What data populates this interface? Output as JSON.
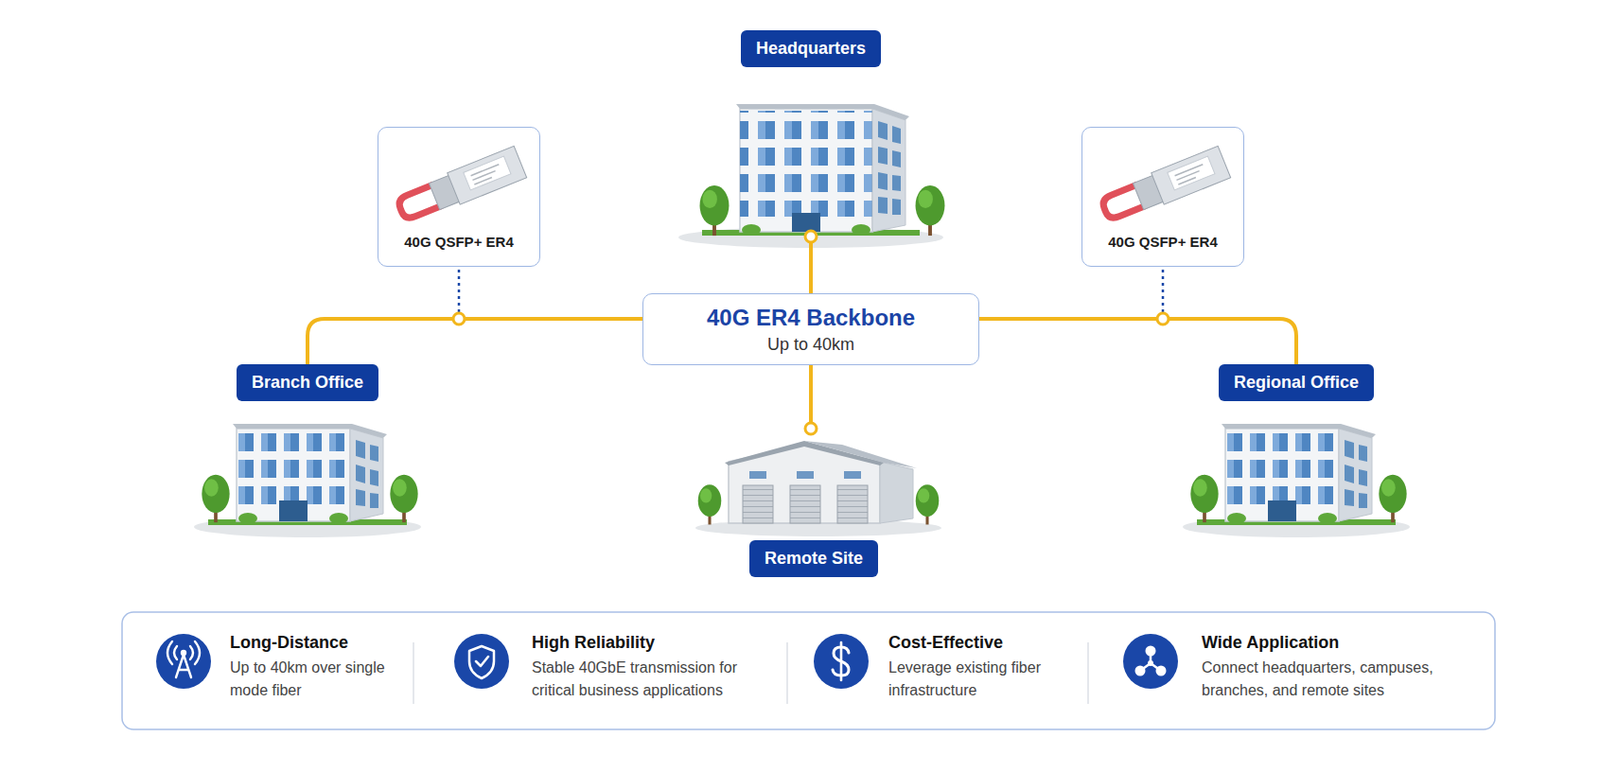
{
  "diagram": {
    "nodes": [
      {
        "text": [
          "Headquarters"
        ]
      },
      {
        "text": [
          "40G QSFP+ ER4"
        ]
      },
      {
        "text": [
          "40G QSFP+ ER4"
        ]
      },
      {
        "text": [
          "40G ER4 Backbone",
          "Up to 40km"
        ]
      },
      {
        "text": [
          "Branch Office"
        ]
      },
      {
        "text": [
          "Regional Office"
        ]
      },
      {
        "text": [
          "Remote Site"
        ]
      },
      {
        "text": [
          "Long-Distance",
          "Up to 40km over single mode fiber"
        ]
      },
      {
        "text": [
          "High Reliability",
          "Stable 40GbE transmission for critical business applications"
        ]
      },
      {
        "text": [
          "Cost-Effective",
          "Leverage existing fiber infrastructure"
        ]
      },
      {
        "text": [
          "Wide Application",
          "Connect headquarters, campuses, branches, and remote sites"
        ]
      }
    ],
    "edges": [
      {
        "from": 3,
        "to": 0,
        "arrow": "none"
      },
      {
        "from": 3,
        "to": 4,
        "arrow": "none"
      },
      {
        "from": 3,
        "to": 5,
        "arrow": "none"
      },
      {
        "from": 3,
        "to": 6,
        "arrow": "none"
      }
    ]
  }
}
